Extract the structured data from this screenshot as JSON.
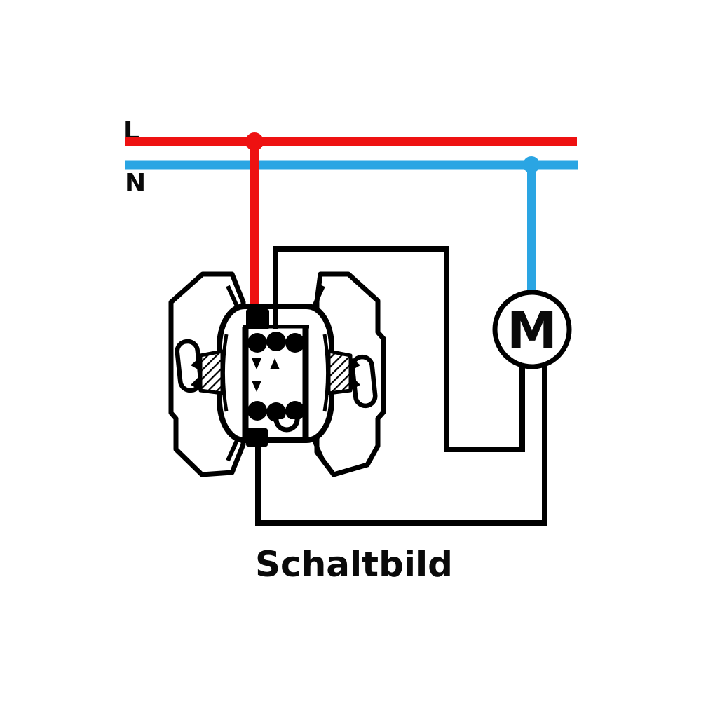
{
  "diagram": {
    "title": "Schaltbild",
    "rails": {
      "live_label": "L",
      "neutral_label": "N"
    },
    "motor": {
      "label": "M"
    },
    "colors": {
      "live": "#ee1111",
      "neutral": "#2aa5e3",
      "wire": "#000000",
      "text": "#0a0a0a",
      "background": "#ffffff"
    }
  }
}
